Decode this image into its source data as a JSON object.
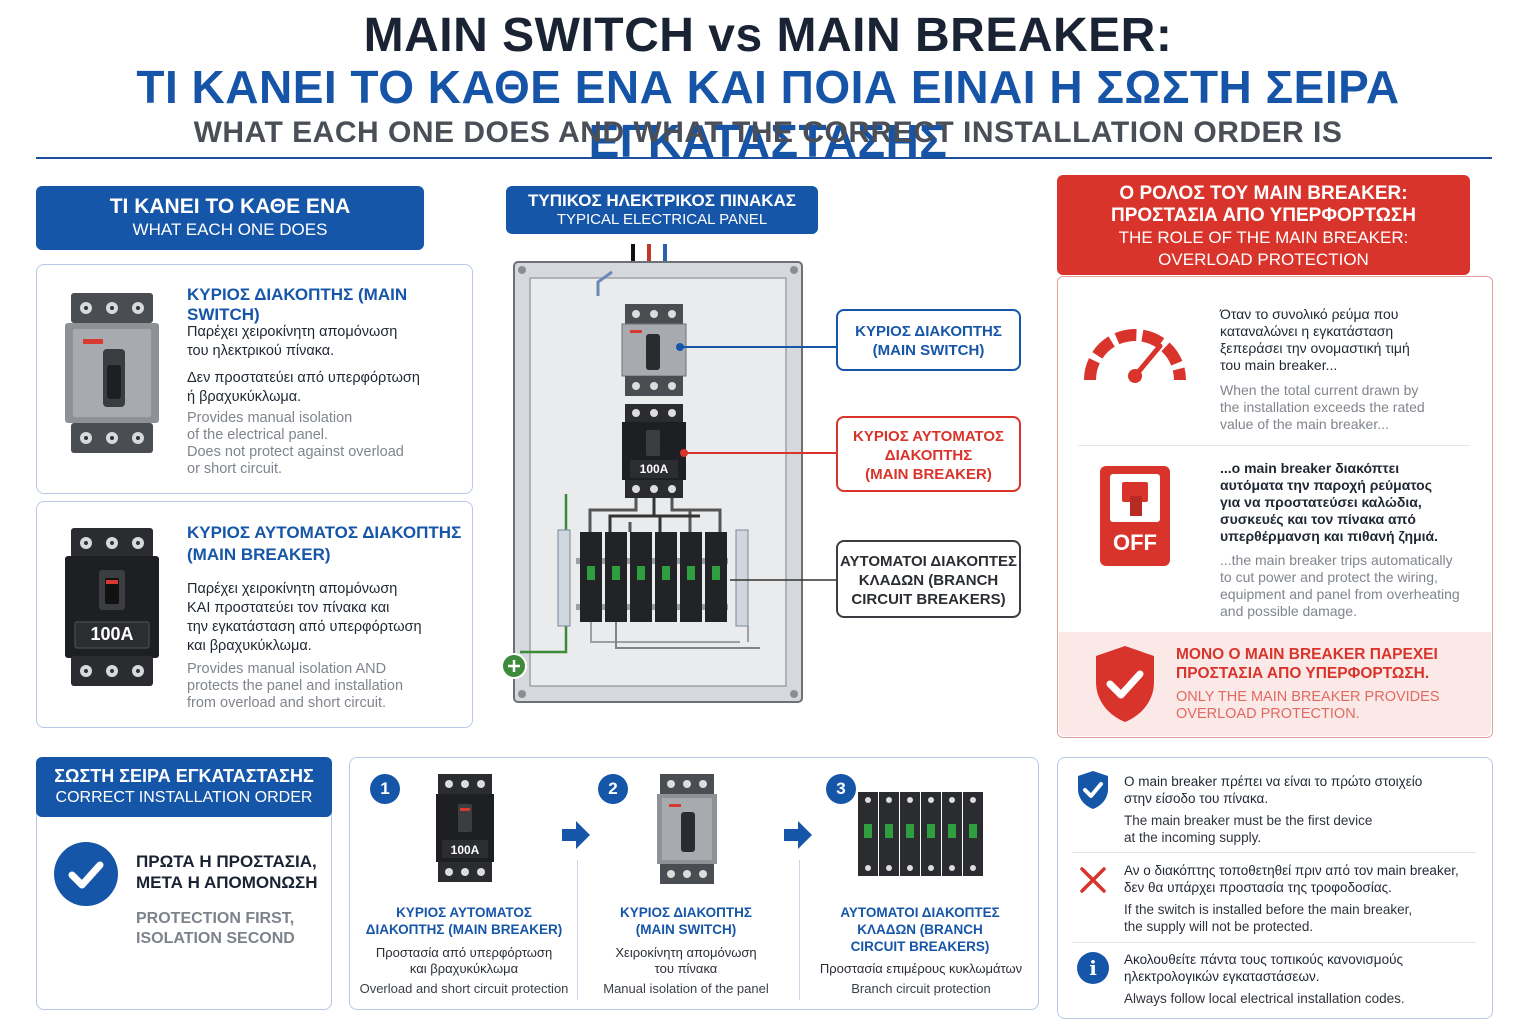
{
  "header": {
    "title_en": "MAIN SWITCH vs  MAIN BREAKER:",
    "title_gr": "ΤΙ ΚΑΝΕΙ ΤΟ ΚΑΘΕ ΕΝΑ ΚΑΙ ΠΟΙΑ ΕΙΝΑΙ Η ΣΩΣΤΗ ΣΕΙΡΑ ΕΓΚΑΤΑΣΤΑΣΗΣ",
    "subtitle": "WHAT EACH ONE DOES AND WHAT THE CORRECT INSTALLATION ORDER IS"
  },
  "what_each": {
    "title_gr": "ΤΙ ΚΑΝΕΙ ΤΟ ΚΑΘΕ ΕΝΑ",
    "title_en": "WHAT EACH ONE DOES",
    "switch": {
      "title": "ΚΥΡΙΟΣ ΔΙΑΚΟΠΤΗΣ (MAIN SWITCH)",
      "gr1": "Παρέχει χειροκίνητη απομόνωση",
      "gr2": "του ηλεκτρικού πίνακα.",
      "gr3": "Δεν προστατεύει από υπερφόρτωση",
      "gr4": "ή βραχυκύκλωμα.",
      "en1": "Provides manual isolation",
      "en2": "of the electrical panel.",
      "en3": "Does not protect against overload",
      "en4": "or short circuit."
    },
    "breaker": {
      "title1": "ΚΥΡΙΟΣ ΑΥΤΟΜΑΤΟΣ ΔΙΑΚΟΠΤΗΣ",
      "title2": "(MAIN BREAKER)",
      "gr1": "Παρέχει χειροκίνητη απομόνωση",
      "gr2": "ΚΑΙ προστατεύει τον πίνακα και",
      "gr3": "την εγκατάσταση από υπερφόρτωση",
      "gr4": "και βραχυκύκλωμα.",
      "en1": "Provides manual isolation AND",
      "en2": "protects the panel and installation",
      "en3": "from overload and short circuit.",
      "rating": "100A"
    }
  },
  "panel": {
    "title_gr": "ΤΥΠΙΚΟΣ ΗΛΕΚΤΡΙΚΟΣ ΠΙΝΑΚΑΣ",
    "title_en": "TYPICAL ELECTRICAL PANEL",
    "breaker_rating": "100A",
    "callout_switch_1": "ΚΥΡΙΟΣ ΔΙΑΚΟΠΤΗΣ",
    "callout_switch_2": "(MAIN SWITCH)",
    "callout_breaker_1": "ΚΥΡΙΟΣ ΑΥΤΟΜΑΤΟΣ",
    "callout_breaker_2": "ΔΙΑΚΟΠΤΗΣ",
    "callout_breaker_3": "(MAIN BREAKER)",
    "callout_branch_1": "ΑΥΤΟΜΑΤΟΙ ΔΙΑΚΟΠΤΕΣ",
    "callout_branch_2": "ΚΛΑΔΩΝ (BRANCH",
    "callout_branch_3": "CIRCUIT BREAKERS)"
  },
  "role": {
    "title1": "Ο ΡΟΛΟΣ ΤΟΥ MAIN BREAKER:",
    "title2": "ΠΡΟΣΤΑΣΙΑ ΑΠΟ ΥΠΕΡΦΟΡΤΩΣΗ",
    "title3": "THE ROLE OF THE MAIN BREAKER:",
    "title4": "OVERLOAD PROTECTION",
    "p1_gr1": "Όταν το συνολικό ρεύμα που",
    "p1_gr2": "καταναλώνει η εγκατάσταση",
    "p1_gr3": "ξεπεράσει την ονομαστική τιμή",
    "p1_gr4": "του main breaker...",
    "p1_en1": "When the total current drawn by",
    "p1_en2": "the installation exceeds the rated",
    "p1_en3": "value of the main breaker...",
    "off_label": "OFF",
    "p2_gr1": "...ο main breaker διακόπτει",
    "p2_gr2": "αυτόματα την παροχή ρεύματος",
    "p2_gr3": "για να προστατεύσει καλώδια,",
    "p2_gr4": "συσκευές και τον πίνακα από",
    "p2_gr5": "υπερθέρμανση και πιθανή ζημιά.",
    "p2_en1": "...the main breaker trips automatically",
    "p2_en2": "to cut power and protect the wiring,",
    "p2_en3": "equipment and panel from overheating",
    "p2_en4": "and possible damage.",
    "only_gr1": "ΜΟΝΟ Ο MAIN BREAKER ΠΑΡΕΧΕΙ",
    "only_gr2": "ΠΡΟΣΤΑΣΙΑ ΑΠΟ ΥΠΕΡΦΟΡΤΩΣΗ.",
    "only_en1": "ONLY THE MAIN BREAKER PROVIDES",
    "only_en2": "OVERLOAD PROTECTION."
  },
  "order": {
    "title_gr": "ΣΩΣΤΗ ΣΕΙΡΑ ΕΓΚΑΤΑΣΤΑΣΗΣ",
    "title_en": "CORRECT INSTALLATION ORDER",
    "rule_gr1": "ΠΡΩΤΑ Η ΠΡΟΣΤΑΣΙΑ,",
    "rule_gr2": "ΜΕΤΑ Η ΑΠΟΜΟΝΩΣΗ",
    "rule_en1": "PROTECTION FIRST,",
    "rule_en2": "ISOLATION SECOND",
    "steps": [
      {
        "num": "1",
        "t1": "ΚΥΡΙΟΣ ΑΥΤΟΜΑΤΟΣ",
        "t2": "ΔΙΑΚΟΠΤΗΣ (MAIN BREAKER)",
        "t3": "",
        "gr1": "Προστασία από υπερφόρτωση",
        "gr2": "και βραχυκύκλωμα",
        "en": "Overload and short circuit protection",
        "rating": "100A"
      },
      {
        "num": "2",
        "t1": "ΚΥΡΙΟΣ ΔΙΑΚΟΠΤΗΣ",
        "t2": "(MAIN SWITCH)",
        "t3": "",
        "gr1": "Χειροκίνητη απομόνωση",
        "gr2": "του πίνακα",
        "en": "Manual isolation of the panel"
      },
      {
        "num": "3",
        "t1": "ΑΥΤΟΜΑΤΟΙ ΔΙΑΚΟΠΤΕΣ",
        "t2": "ΚΛΑΔΩΝ (BRANCH",
        "t3": "CIRCUIT BREAKERS)",
        "gr1": "Προστασία επιμέρους κυκλωμάτων",
        "gr2": "",
        "en": "Branch circuit protection"
      }
    ]
  },
  "notes": [
    {
      "icon": "shield-check-icon",
      "gr1": "Ο main breaker πρέπει να είναι το πρώτο στοιχείο",
      "gr2": "στην είσοδο του πίνακα.",
      "en1": "The main breaker must be the first device",
      "en2": "at the incoming supply."
    },
    {
      "icon": "x-mark-icon",
      "gr1": "Αν ο διακόπτης τοποθετηθεί πριν από τον main breaker,",
      "gr2": "δεν θα υπάρχει προστασία της τροφοδοσίας.",
      "en1": "If the switch is installed before the main breaker,",
      "en2": "the supply will not be protected."
    },
    {
      "icon": "info-icon",
      "gr1": "Ακολουθείτε πάντα τους τοπικούς κανονισμούς",
      "gr2": "ηλεκτρολογικών εγκαταστάσεων.",
      "en1": "Always follow local electrical installation codes.",
      "en2": ""
    }
  ],
  "colors": {
    "blue": "#1656a8",
    "red": "#d9342b",
    "dark": "#1a2333"
  }
}
